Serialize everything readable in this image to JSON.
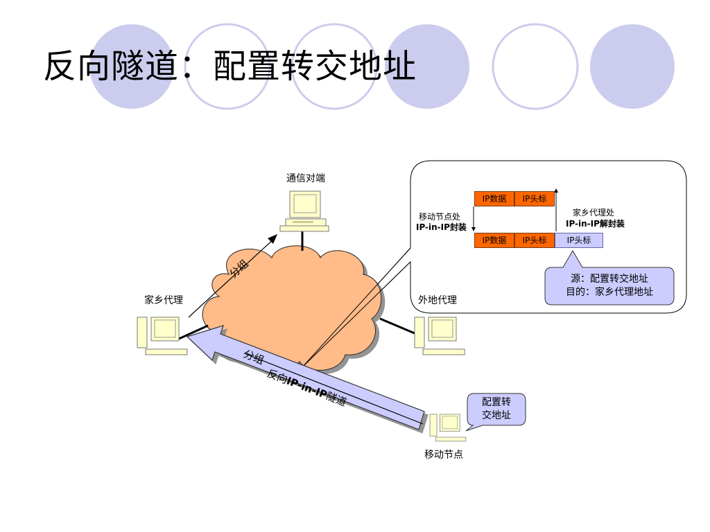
{
  "title": "反向隧道：配置转交地址",
  "nodes": {
    "correspondent": "通信对端",
    "home_agent": "家乡代理",
    "foreign_agent": "外地代理",
    "mobile_node": "移动节点"
  },
  "arrows": {
    "packet_up": "分组",
    "packet_tunnel": "分组",
    "tunnel_prefix": "反向",
    "tunnel_proto": "IP-in-IP",
    "tunnel_suffix": "隧道"
  },
  "encap": {
    "mn_line1": "移动节点处",
    "mn_line2": "IP-in-IP封装",
    "ha_line1": "家乡代理处",
    "ha_line2": "IP-in-IP解封装",
    "top_data": "IP数据",
    "top_header": "IP头标",
    "bot_data": "IP数据",
    "bot_header": "IP头标",
    "bot_outer": "IP头标"
  },
  "callout_addr": {
    "line1": "源：配置转交地址",
    "line2": "目的：家乡代理地址"
  },
  "callout_mn": {
    "line1": "配置转",
    "line2": "交地址"
  },
  "colors": {
    "circle": "#ccccee",
    "cloud": "#ffbb88",
    "orange": "#ff6600",
    "lavender": "#ccccff",
    "computer": "#ffffcc"
  }
}
